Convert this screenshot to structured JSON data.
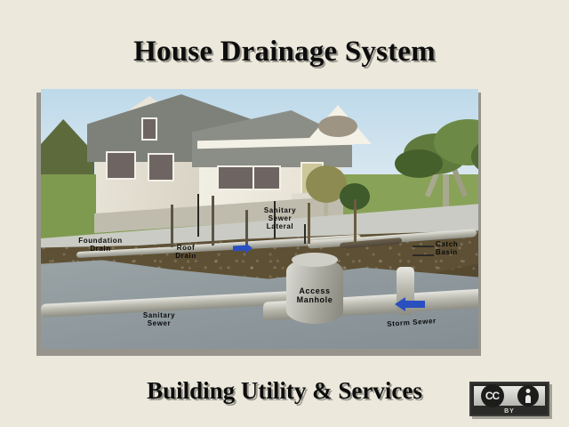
{
  "slide": {
    "background_color": "#ece9dc",
    "title": "House Drainage System",
    "subtitle": "Building Utility & Services"
  },
  "illustration": {
    "alt_name": "house-drainage-cutaway-illustration",
    "sky_color": "#bdd9ea",
    "lawn_color": "#7e9a4e",
    "soil_color": "#5e5034",
    "subsoil_color": "#9aa3a5",
    "pipe_color": "#b9b9ae",
    "arrow_color": "#2a4fbe",
    "labels": [
      {
        "id": "foundation-drain",
        "text": "Foundation\nDrain"
      },
      {
        "id": "roof-drain",
        "text": "Roof\nDrain"
      },
      {
        "id": "sanitary-sewer-lateral",
        "text": "Sanitary\nSewer\nLateral"
      },
      {
        "id": "catch-basin",
        "text": "Catch\nBasin"
      },
      {
        "id": "access-manhole",
        "text": "Access\nManhole"
      },
      {
        "id": "sanitary-sewer",
        "text": "Sanitary\nSewer"
      },
      {
        "id": "storm-sewer",
        "text": "Storm Sewer"
      }
    ]
  },
  "license_badge": {
    "name": "creative-commons-by",
    "cc_text": "CC",
    "by_text": "BY"
  }
}
